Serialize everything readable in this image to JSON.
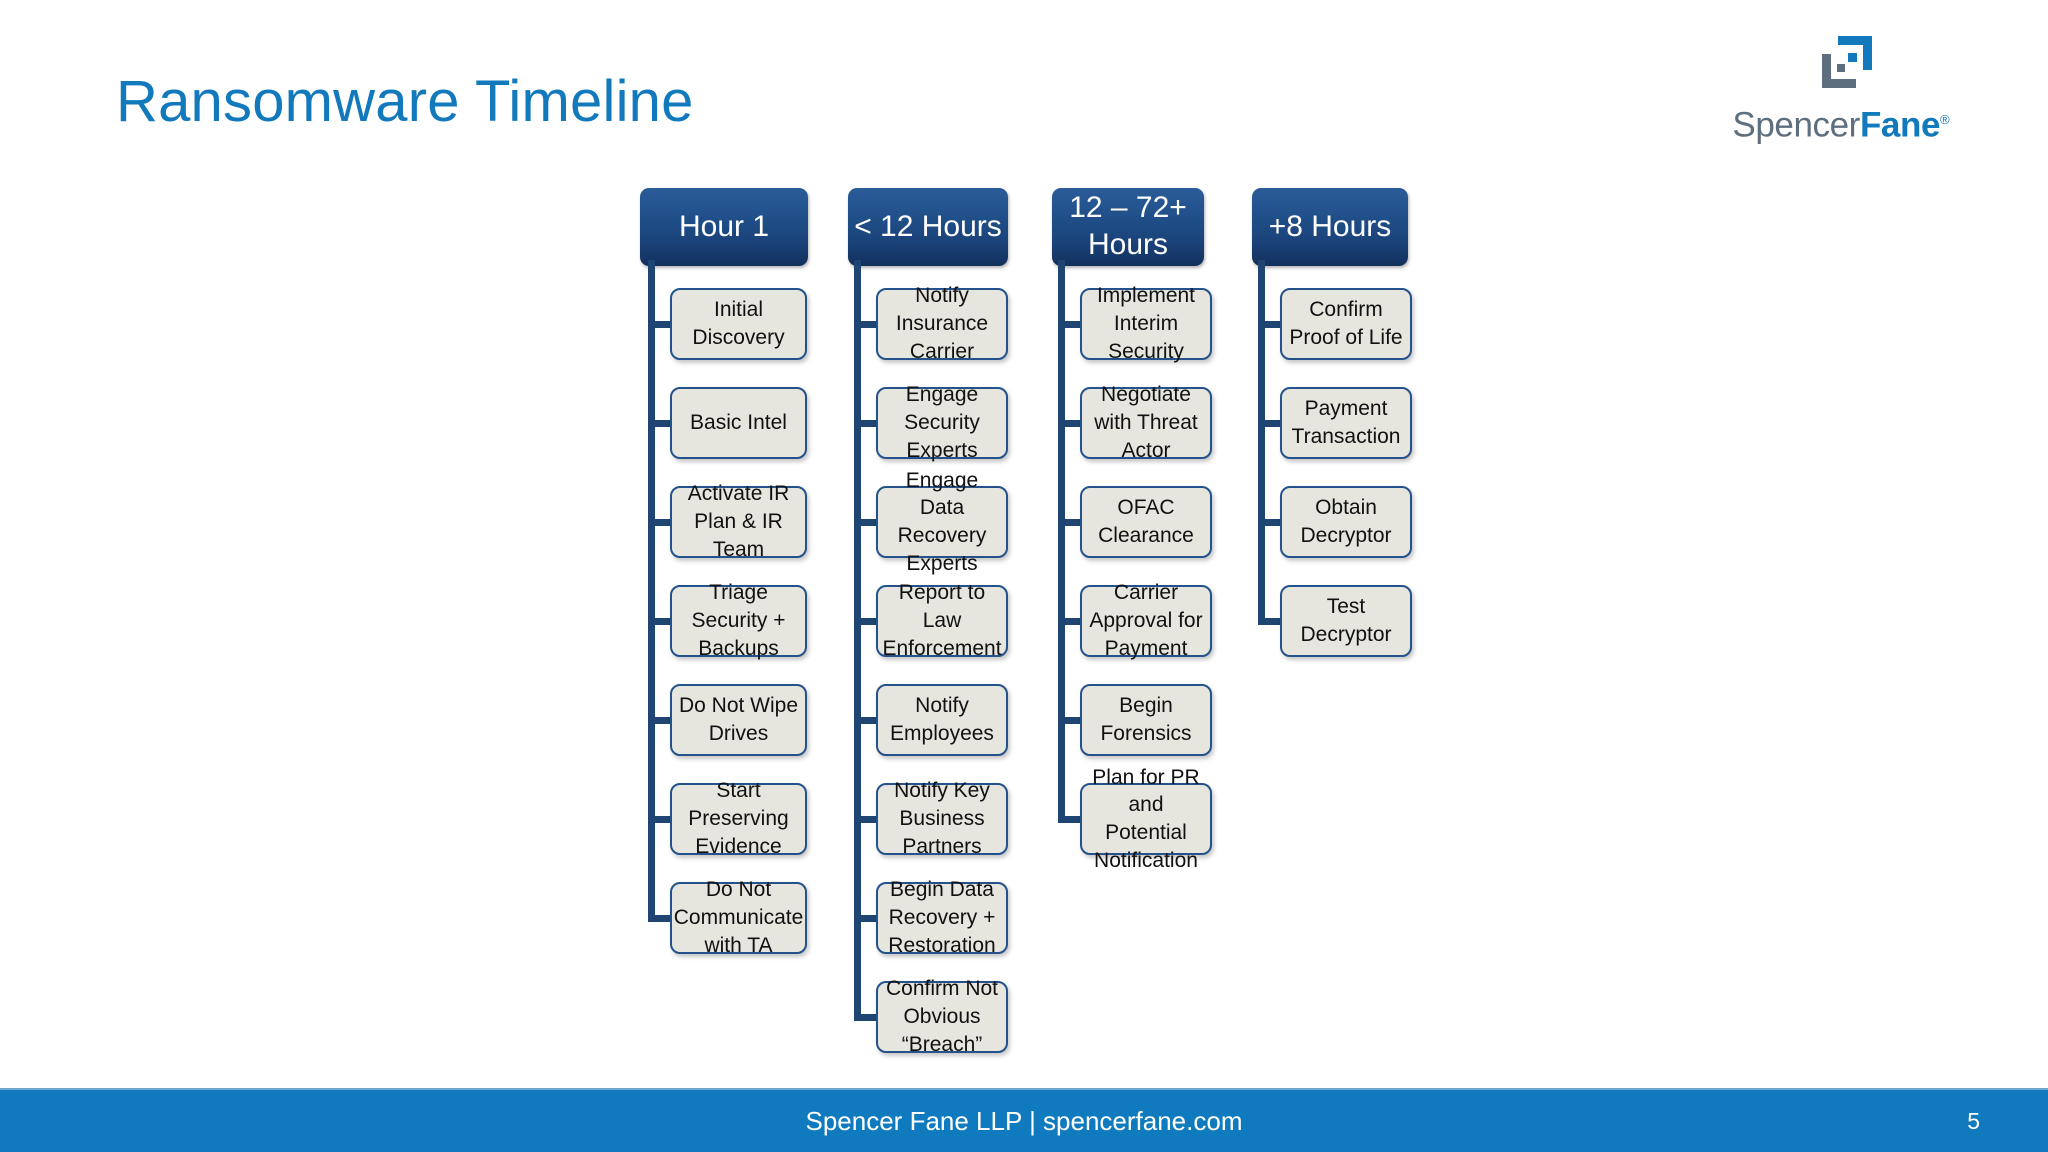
{
  "page_title": "Ransomware Timeline",
  "brand": {
    "logo_mark_name": "spencer-fane-logo-mark",
    "word_primary": "Spencer",
    "word_secondary": "Fane",
    "registered_mark": "®",
    "colors": {
      "title_blue": "#1279bc",
      "footer_blue": "#0f7bbe",
      "header_navy": "#1f4e87",
      "node_fill": "#e7e6de",
      "node_border": "#23528c",
      "connector": "#1f4573",
      "logo_gray": "#5d6f7e"
    }
  },
  "footer": {
    "text": "Spencer Fane LLP | spencerfane.com",
    "page_number": "5"
  },
  "diagram": {
    "type": "timeline-tree",
    "columns": [
      {
        "id": "hour-1",
        "header": "Hour 1",
        "items": [
          "Initial Discovery",
          "Basic Intel",
          "Activate IR Plan & IR Team",
          "Triage Security + Backups",
          "Do Not Wipe Drives",
          "Start Preserving Evidence",
          "Do Not Communicate with TA"
        ]
      },
      {
        "id": "less-than-12-hours",
        "header": "< 12 Hours",
        "items": [
          "Notify Insurance Carrier",
          "Engage Security Experts",
          "Engage Data Recovery Experts",
          "Report to Law Enforcement",
          "Notify Employees",
          "Notify Key Business Partners",
          "Begin Data Recovery + Restoration",
          "Confirm Not Obvious “Breach”"
        ]
      },
      {
        "id": "12-72-plus-hours",
        "header": "12 – 72+ Hours",
        "items": [
          "Implement Interim Security",
          "Negotiate with Threat Actor",
          "OFAC Clearance",
          "Carrier Approval for Payment",
          "Begin Forensics",
          "Plan for PR and Potential Notification"
        ]
      },
      {
        "id": "plus-8-hours",
        "header": "+8 Hours",
        "items": [
          "Confirm Proof of Life",
          "Payment Transaction",
          "Obtain Decryptor",
          "Test Decryptor"
        ]
      }
    ]
  }
}
